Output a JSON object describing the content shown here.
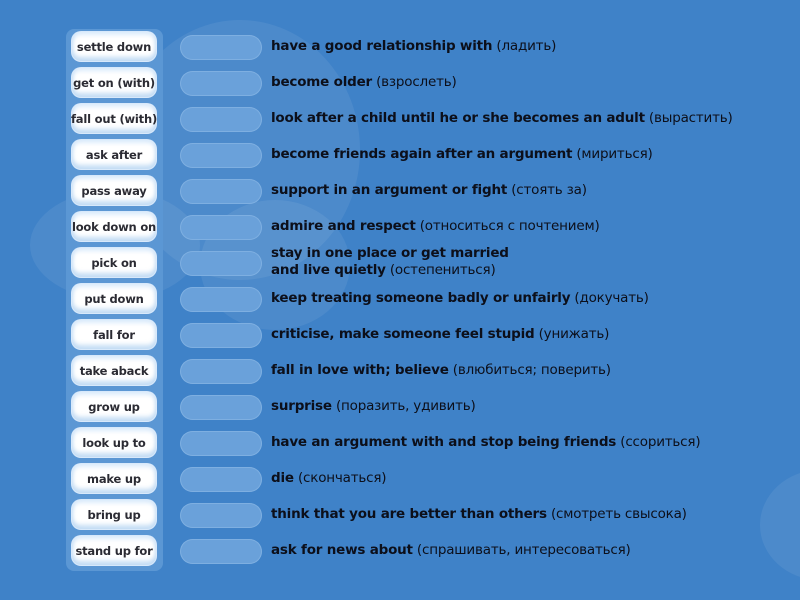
{
  "colors": {
    "background": "#3f82c8",
    "panel": "#5b97d4",
    "slot": "#6aa1da",
    "tile": "#ffffff",
    "tile_text": "#2b2b33",
    "clue_text": "#0c0f1a"
  },
  "word_bank": [
    {
      "label": "settle down"
    },
    {
      "label": "get on (with)"
    },
    {
      "label": "fall out (with)"
    },
    {
      "label": "ask after"
    },
    {
      "label": "pass away"
    },
    {
      "label": "look down on"
    },
    {
      "label": "pick on"
    },
    {
      "label": "put down"
    },
    {
      "label": "fall for"
    },
    {
      "label": "take aback"
    },
    {
      "label": "grow up"
    },
    {
      "label": "look up to"
    },
    {
      "label": "make up"
    },
    {
      "label": "bring up"
    },
    {
      "label": "stand up for"
    }
  ],
  "clues": [
    {
      "en": "have a good relationship with",
      "ru": "(ладить)"
    },
    {
      "en": "become older",
      "ru": "(взрослеть)"
    },
    {
      "en": "look after a child until he or she becomes an adult",
      "ru": "(вырастить)"
    },
    {
      "en": "become friends again after an argument",
      "ru": "(мириться)"
    },
    {
      "en": "support in an argument or fight",
      "ru": "(стоять за)"
    },
    {
      "en": "admire and respect",
      "ru": "(относиться с почтением)"
    },
    {
      "en_line1": "stay in one place or get married",
      "en": "and live quietly",
      "ru": "(остепениться)"
    },
    {
      "en": "keep treating someone badly or unfairly",
      "ru": "(докучать)"
    },
    {
      "en": "criticise, make someone feel stupid",
      "ru": "(унижать)"
    },
    {
      "en": "fall in love with; believe",
      "ru": "(влюбиться; поверить)"
    },
    {
      "en": "surprise",
      "ru": "(поразить, удивить)"
    },
    {
      "en": "have an argument with and stop being friends",
      "ru": "(ссориться)"
    },
    {
      "en": "die",
      "ru": "(скончаться)"
    },
    {
      "en": "think that you are better than others",
      "ru": "(смотреть свысока)"
    },
    {
      "en": "ask for news about",
      "ru": "(спрашивать, интересоваться)"
    }
  ]
}
